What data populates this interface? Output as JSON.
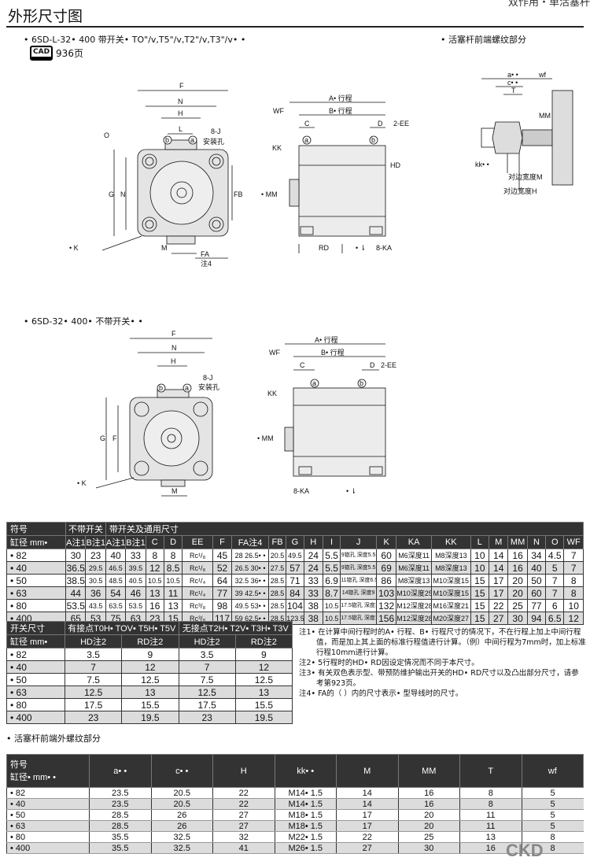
{
  "header": {
    "title": "外形尺寸图",
    "top_tag": "双作用・单活塞杆"
  },
  "section1": {
    "label": "• 6SD-L-32• 400 带开关• TO\"/v,T5\"/v,T2\"/v,T3\"/v• •",
    "cad_icon": "CAD",
    "cad_page": "936页",
    "rod_label": "• 活塞杆前端螺纹部分"
  },
  "drawing1": {
    "front": {
      "F": "F",
      "N": "N",
      "H": "H",
      "L": "L",
      "J": "8-J",
      "hole": "安装孔",
      "O": "O",
      "G": "G",
      "N2": "N",
      "FB": "FB",
      "K": "• K",
      "M": "M",
      "FA": "FA",
      "note": "注4",
      "b": "b",
      "a": "a"
    },
    "side": {
      "A": "A• 行程",
      "B": "B• 行程",
      "WF": "WF",
      "C": "C",
      "D": "D",
      "EE": "2-EE",
      "KK": "KK",
      "HD": "HD",
      "MM": "• MM",
      "RD": "RD",
      "KA": "8-KA",
      "a": "a",
      "b": "b",
      "arrow": "• ⇂"
    },
    "detail": {
      "a": "a• •",
      "c": "c• •",
      "wf": "wf",
      "T": "T",
      "MM": "MM",
      "kk": "kk• •",
      "wM": "对边宽度M",
      "wH": "对边宽度H"
    }
  },
  "section2": {
    "label": "• 6SD-32• 400• 不带开关• •"
  },
  "drawing2": {
    "front": {
      "F": "F",
      "N": "N",
      "H": "H",
      "J": "8-J",
      "hole": "安装孔",
      "G": "G",
      "F2": "F",
      "K": "• K",
      "M": "M",
      "b": "b",
      "a": "a"
    },
    "side": {
      "A": "A• 行程",
      "B": "B• 行程",
      "WF": "WF",
      "C": "C",
      "D": "D",
      "EE": "2-EE",
      "KK": "KK",
      "MM": "• MM",
      "KA": "8-KA",
      "a": "a",
      "b": "b",
      "arrow": "• ⇂"
    }
  },
  "table1": {
    "h_symbol": "符号",
    "h_bore": "缸径 mm•",
    "h_noswitch": "不带开关",
    "h_switch": "带开关及通用尺寸",
    "cols": [
      "A注1",
      "B注1",
      "A注1",
      "B注1",
      "C",
      "D",
      "EE",
      "F",
      "FA注4",
      "FB",
      "G",
      "H",
      "I",
      "J",
      "K",
      "KA",
      "KK",
      "L",
      "M",
      "MM",
      "N",
      "O",
      "WF"
    ],
    "rows": [
      [
        "• 82",
        "30",
        "23",
        "40",
        "33",
        "8",
        "8",
        "Rc¹/₈",
        "45",
        "28 26.5• •",
        "20.5",
        "49.5",
        "24",
        "5.5",
        "9锪孔 深度5.5",
        "60",
        "M6深度11",
        "M8深度13",
        "10",
        "14",
        "16",
        "34",
        "4.5",
        "7"
      ],
      [
        "• 40",
        "36.5",
        "29.5",
        "46.5",
        "39.5",
        "12",
        "8.5",
        "Rc¹/₈",
        "52",
        "26.5 30• •",
        "27.5",
        "57",
        "24",
        "5.5",
        "9锪孔 深度5.5",
        "69",
        "M6深度11",
        "M8深度13",
        "10",
        "14",
        "16",
        "40",
        "5",
        "7"
      ],
      [
        "• 50",
        "38.5",
        "30.5",
        "48.5",
        "40.5",
        "10.5",
        "10.5",
        "Rc¹/₄",
        "64",
        "32.5 36• •",
        "28.5",
        "71",
        "33",
        "6.9",
        "11锪孔 深度6.5",
        "86",
        "M8深度13",
        "M10深度15",
        "15",
        "17",
        "20",
        "50",
        "7",
        "8"
      ],
      [
        "• 63",
        "44",
        "36",
        "54",
        "46",
        "13",
        "11",
        "Rc¹/₄",
        "77",
        "39 42.5• •",
        "28.5",
        "84",
        "33",
        "8.7",
        "14锪孔 深度9",
        "103",
        "M10深度25",
        "M10深度15",
        "15",
        "17",
        "20",
        "60",
        "7",
        "8"
      ],
      [
        "• 80",
        "53.5",
        "43.5",
        "63.5",
        "53.5",
        "16",
        "13",
        "Rc³/₈",
        "98",
        "49.5 53• •",
        "28.5",
        "104",
        "38",
        "10.5",
        "17.5锪孔 深度11",
        "132",
        "M12深度28",
        "M16深度21",
        "15",
        "22",
        "25",
        "77",
        "6",
        "10"
      ],
      [
        "• 400",
        "65",
        "53",
        "75",
        "63",
        "23",
        "15",
        "Rc³/₈",
        "117",
        "59 62.5• •",
        "28.5",
        "123.5",
        "38",
        "10.5",
        "17.5锪孔 深度11",
        "156",
        "M12深度28",
        "M20深度27",
        "15",
        "27",
        "30",
        "94",
        "6.5",
        "12"
      ]
    ]
  },
  "table2": {
    "h_switch": "开关尺寸",
    "h_bore": "缸径 mm•",
    "g1": "有接点T0H• TOV• T5H• T5V",
    "g2": "无接点T2H• T2V• T3H• T3V",
    "cols": [
      "HD注2",
      "RD注2",
      "HD注2",
      "RD注2"
    ],
    "rows": [
      [
        "• 82",
        "3.5",
        "9",
        "3.5",
        "9"
      ],
      [
        "• 40",
        "7",
        "12",
        "7",
        "12"
      ],
      [
        "• 50",
        "7.5",
        "12.5",
        "7.5",
        "12.5"
      ],
      [
        "• 63",
        "12.5",
        "13",
        "12.5",
        "13"
      ],
      [
        "• 80",
        "17.5",
        "15.5",
        "17.5",
        "15.5"
      ],
      [
        "• 400",
        "23",
        "19.5",
        "23",
        "19.5"
      ]
    ]
  },
  "notes": [
    "注1• 在计算中间行程时的A• 行程、B• 行程尺寸的情况下，不在行程上加上中间行程值，而是加上其上面的标准行程值进行计算。（例）中间行程为7mm时，加上标准行程10mm进行计算。",
    "注2• 5行程时的HD• RD因设定情况而不同于本尺寸。",
    "注3• 有关双色表示型、带预防维护输出开关的HD• RD尺寸以及凸出部分尺寸，请参考第923页。",
    "注4• FA的（ ）内的尺寸表示• 型导线时的尺寸。"
  ],
  "table3": {
    "title": "• 活塞杆前端外螺纹部分",
    "h_symbol": "符号",
    "h_bore": "缸径• mm• •",
    "cols": [
      "a• •",
      "c• •",
      "H",
      "kk• •",
      "M",
      "MM",
      "T",
      "wf"
    ],
    "rows": [
      [
        "• 82",
        "23.5",
        "20.5",
        "22",
        "M14• 1.5",
        "14",
        "16",
        "8",
        "5"
      ],
      [
        "• 40",
        "23.5",
        "20.5",
        "22",
        "M14• 1.5",
        "14",
        "16",
        "8",
        "5"
      ],
      [
        "• 50",
        "28.5",
        "26",
        "27",
        "M18• 1.5",
        "17",
        "20",
        "11",
        "5"
      ],
      [
        "• 63",
        "28.5",
        "26",
        "27",
        "M18• 1.5",
        "17",
        "20",
        "11",
        "5"
      ],
      [
        "• 80",
        "35.5",
        "32.5",
        "32",
        "M22• 1.5",
        "22",
        "25",
        "13",
        "8"
      ],
      [
        "• 400",
        "35.5",
        "32.5",
        "41",
        "M26• 1.5",
        "27",
        "30",
        "16",
        "8"
      ]
    ]
  },
  "footer": {
    "logo": "CKD"
  }
}
